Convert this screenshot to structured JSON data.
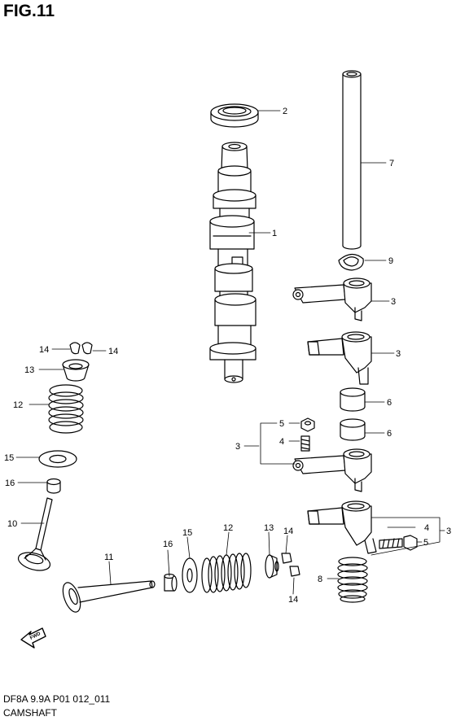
{
  "figure": {
    "title": "FIG.11",
    "code": "DF8A 9.9A P01 012_011",
    "name": "CAMSHAFT"
  },
  "fwd_label": "FWD",
  "callouts": {
    "c1": "1",
    "c2": "2",
    "c3a": "3",
    "c3b": "3",
    "c3c": "3",
    "c3d": "3",
    "c4a": "4",
    "c4b": "4",
    "c5a": "5",
    "c5b": "5",
    "c6a": "6",
    "c6b": "6",
    "c7": "7",
    "c8": "8",
    "c9": "9",
    "c10": "10",
    "c11": "11",
    "c12a": "12",
    "c12b": "12",
    "c13a": "13",
    "c13b": "13",
    "c14a": "14",
    "c14b": "14",
    "c14c": "14",
    "c14d": "14",
    "c15a": "15",
    "c15b": "15",
    "c16a": "16",
    "c16b": "16"
  }
}
